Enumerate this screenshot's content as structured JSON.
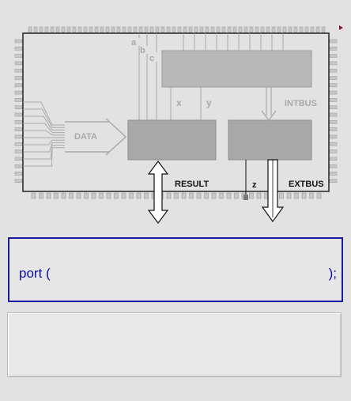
{
  "diagram": {
    "labels": {
      "a": "a",
      "b": "b",
      "c": "c",
      "x": "x",
      "y": "y",
      "intbus": "INTBUS",
      "data": "DATA",
      "result": "RESULT",
      "z": "z",
      "extbus": "EXTBUS"
    },
    "colors": {
      "chip_fill": "#e2e2e2",
      "chip_border": "#222222",
      "block_fill": "#a8a8a8",
      "top_block_fill": "#b8b8b8",
      "faded_line": "#a9a9a9",
      "faded_text": "#a9a9a9",
      "dark_text": "#111111",
      "pin_fill": "#c7c7c7",
      "marker": "#8b1040"
    }
  },
  "port_editor": {
    "open_text": "port (",
    "close_text": ");"
  },
  "feedback": {
    "text": ""
  }
}
